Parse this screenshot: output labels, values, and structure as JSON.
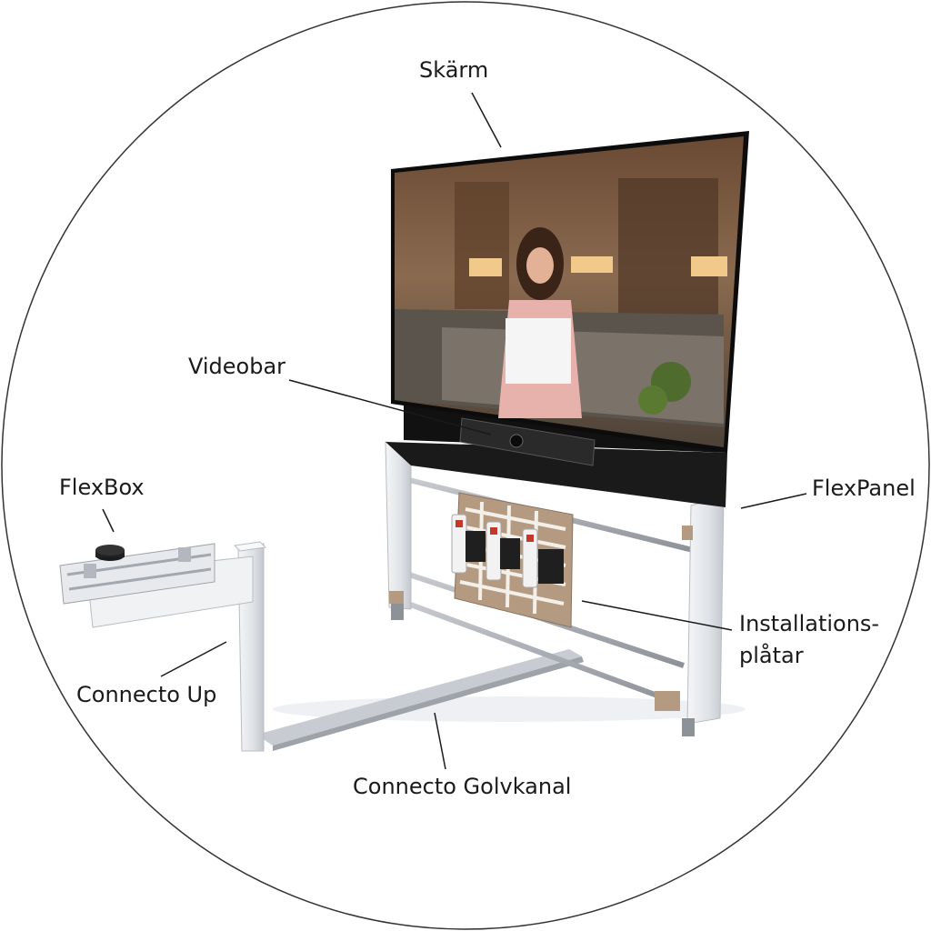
{
  "labels": {
    "skarm": "Skärm",
    "videobar": "Videobar",
    "flexbox": "FlexBox",
    "flexpanel": "FlexPanel",
    "installation_line1": "Installations-",
    "installation_line2": "plåtar",
    "connecto_up": "Connecto Up",
    "connecto_golvkanal": "Connecto Golvkanal"
  },
  "colors": {
    "circle": "#333333",
    "leader": "#1a1a1a",
    "frame": "#e4e6ea",
    "frame_edge": "#b9bcc2",
    "panel_black": "#151515",
    "screen_bezel": "#0c0c0c",
    "plate": "#b59a82",
    "rail": "#9aa0a8"
  },
  "icons": {
    "display": "tv-screen-icon",
    "videobar": "videobar-icon",
    "flexbox": "flexbox-icon"
  }
}
